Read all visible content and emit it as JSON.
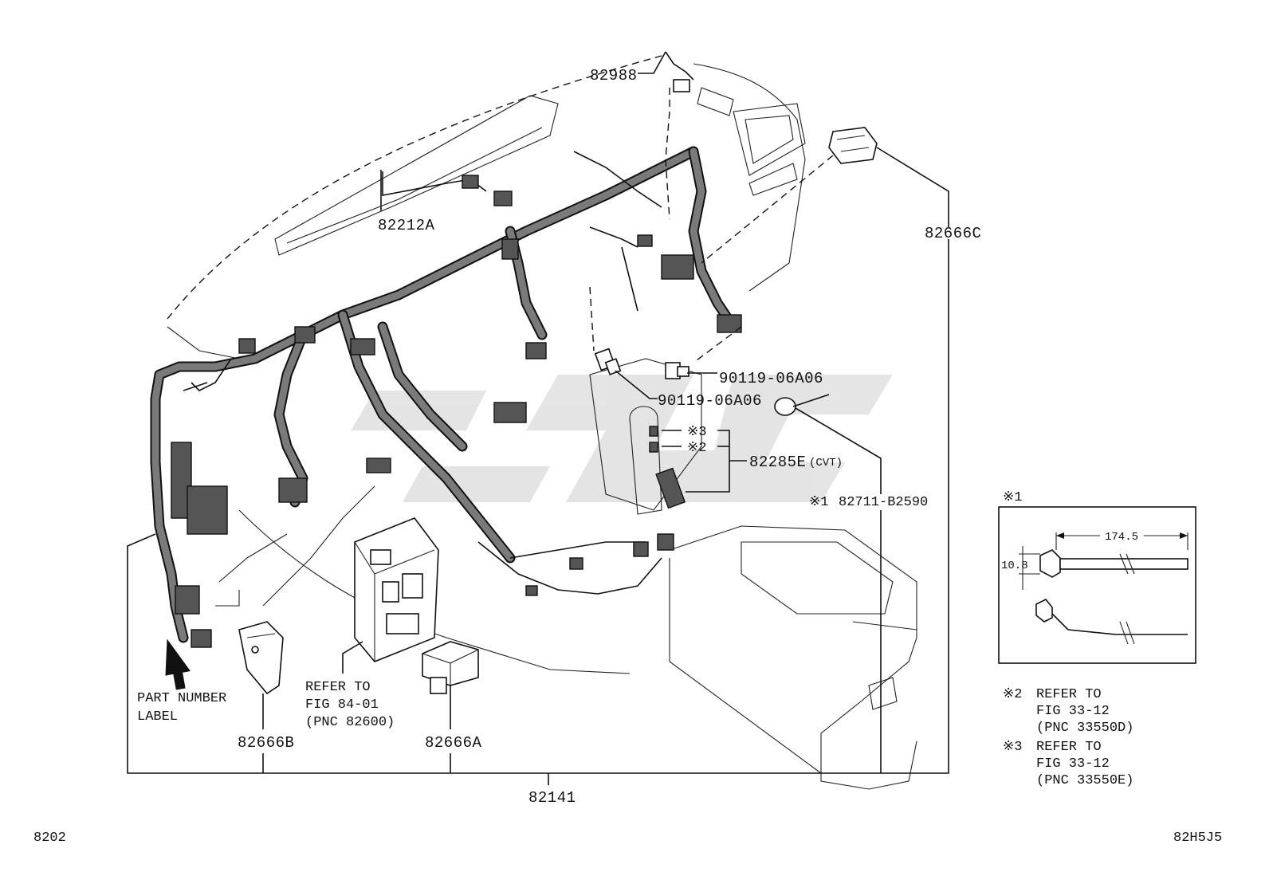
{
  "labels": {
    "p82988": "82988",
    "p82212A": "82212A",
    "p82666C": "82666C",
    "p90119_a": "90119-06A06",
    "p90119_b": "90119-06A06",
    "note3": "※3",
    "note2": "※2",
    "p82285E": "82285E",
    "p82285E_suffix": "(CVT)",
    "note1_mark": "※1",
    "note1_part": "82711-B2590",
    "part_number_label_1": "PART NUMBER",
    "part_number_label_2": "LABEL",
    "refer_fig84_1": "REFER TO",
    "refer_fig84_2": "FIG 84-01",
    "refer_fig84_3": "(PNC 82600)",
    "p82666B": "82666B",
    "p82666A": "82666A",
    "p82141": "82141"
  },
  "detail": {
    "mark": "※1",
    "length": "174.5",
    "diameter": "10.8"
  },
  "notes": {
    "n2_mark": "※2",
    "n2_line1": "REFER TO",
    "n2_line2": "FIG 33-12",
    "n2_line3": "(PNC 33550D)",
    "n3_mark": "※3",
    "n3_line1": "REFER TO",
    "n3_line2": "FIG 33-12",
    "n3_line3": "(PNC 33550E)"
  },
  "footer": {
    "left_code": "8202",
    "right_code": "82H5J5"
  },
  "icons": {
    "arrow": "up-arrow-icon",
    "watermark": "brand-watermark"
  }
}
